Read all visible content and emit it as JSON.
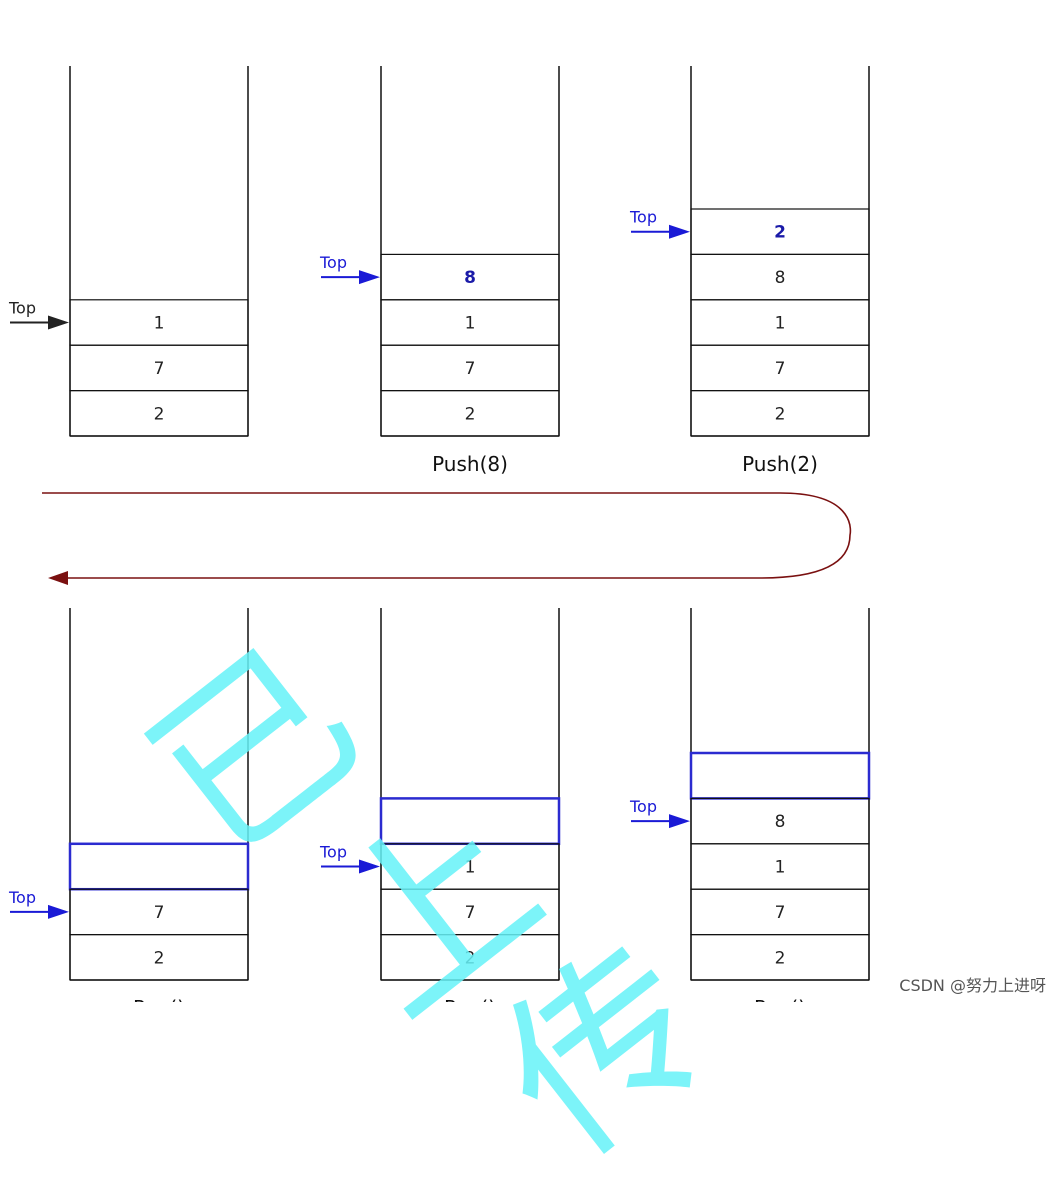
{
  "stacks": [
    {
      "cells": [
        "",
        "",
        "",
        "",
        "",
        "1",
        "7",
        "2"
      ],
      "top_index": 5,
      "highlight": -1,
      "caption": "",
      "pointer_color": "#222222"
    },
    {
      "cells": [
        "",
        "",
        "",
        "",
        "8",
        "1",
        "7",
        "2"
      ],
      "top_index": 4,
      "highlight": 4,
      "caption": "Push(8)",
      "pointer_color": "#1a1ad6"
    },
    {
      "cells": [
        "",
        "",
        "",
        "2",
        "8",
        "1",
        "7",
        "2"
      ],
      "top_index": 3,
      "highlight": 3,
      "caption": "Push(2)",
      "pointer_color": "#1a1ad6"
    },
    {
      "cells": [
        "",
        "",
        "",
        "",
        "",
        "",
        "7",
        "2"
      ],
      "top_index": 6,
      "empty_box": 5,
      "caption": "Pop()",
      "pointer_color": "#1a1ad6"
    },
    {
      "cells": [
        "",
        "",
        "",
        "",
        "",
        "1",
        "7",
        "2"
      ],
      "top_index": 5,
      "empty_box": 4,
      "caption": "Pop()",
      "pointer_color": "#1a1ad6"
    },
    {
      "cells": [
        "",
        "",
        "",
        "",
        "8",
        "1",
        "7",
        "2"
      ],
      "top_index": 4,
      "empty_box": 3,
      "caption": "Pop()",
      "pointer_color": "#1a1ad6"
    }
  ],
  "pointer_label": "Top",
  "flow_arrow_color": "#7a1010",
  "watermark_text": "已上传",
  "credit": "CSDN @努力上进呀"
}
